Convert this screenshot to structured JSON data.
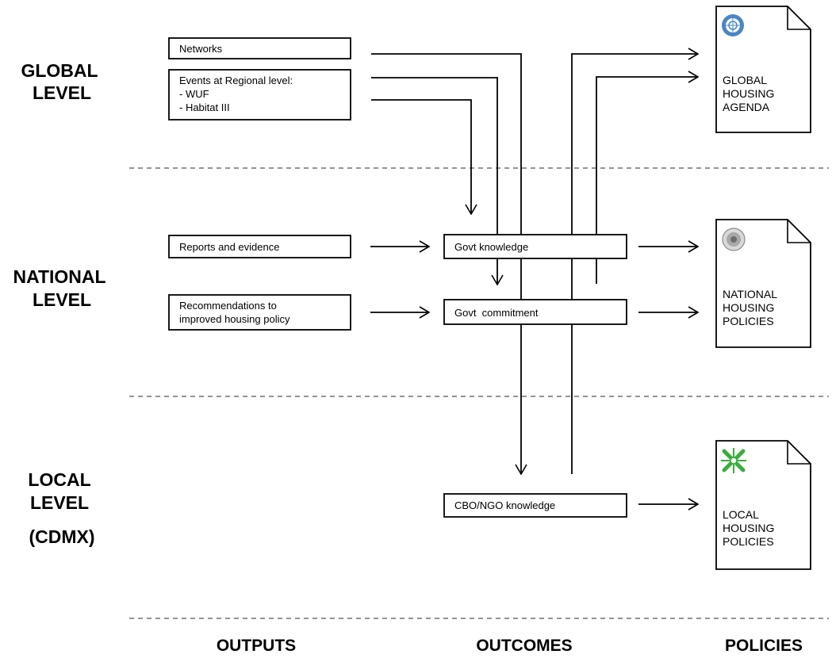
{
  "levels": {
    "global": [
      "GLOBAL",
      "LEVEL"
    ],
    "national": [
      "NATIONAL",
      "LEVEL"
    ],
    "local": [
      "LOCAL",
      "LEVEL",
      "(CDMX)"
    ]
  },
  "columns": {
    "outputs": "OUTPUTS",
    "outcomes": "OUTCOMES",
    "policies": "POLICIES"
  },
  "outputs": {
    "networks": [
      "Networks"
    ],
    "events": [
      "Events at Regional level:",
      "- WUF",
      "- Habitat III"
    ],
    "reports": [
      "Reports and evidence"
    ],
    "recommendations": [
      "Recommendations to",
      "improved housing policy"
    ]
  },
  "outcomes": {
    "govt_knowledge": [
      "Govt knowledge"
    ],
    "govt_commitment": [
      "Govt  commitment"
    ],
    "cbo_knowledge": [
      "CBO/NGO knowledge"
    ]
  },
  "policies": {
    "global": [
      "GLOBAL",
      "HOUSING",
      "AGENDA"
    ],
    "national": [
      "NATIONAL",
      "HOUSING",
      "POLICIES"
    ],
    "local": [
      "LOCAL",
      "HOUSING",
      "POLICIES"
    ]
  },
  "colors": {
    "line": "#000000",
    "dashed": "#555555",
    "un_blue": "#4a86c5",
    "mexico_gray": "#8c8c8c",
    "cdmx_green": "#3aae3a"
  },
  "icons": {
    "global": "un-emblem-icon",
    "national": "mexico-coat-of-arms-icon",
    "local": "cdmx-logo-icon"
  }
}
